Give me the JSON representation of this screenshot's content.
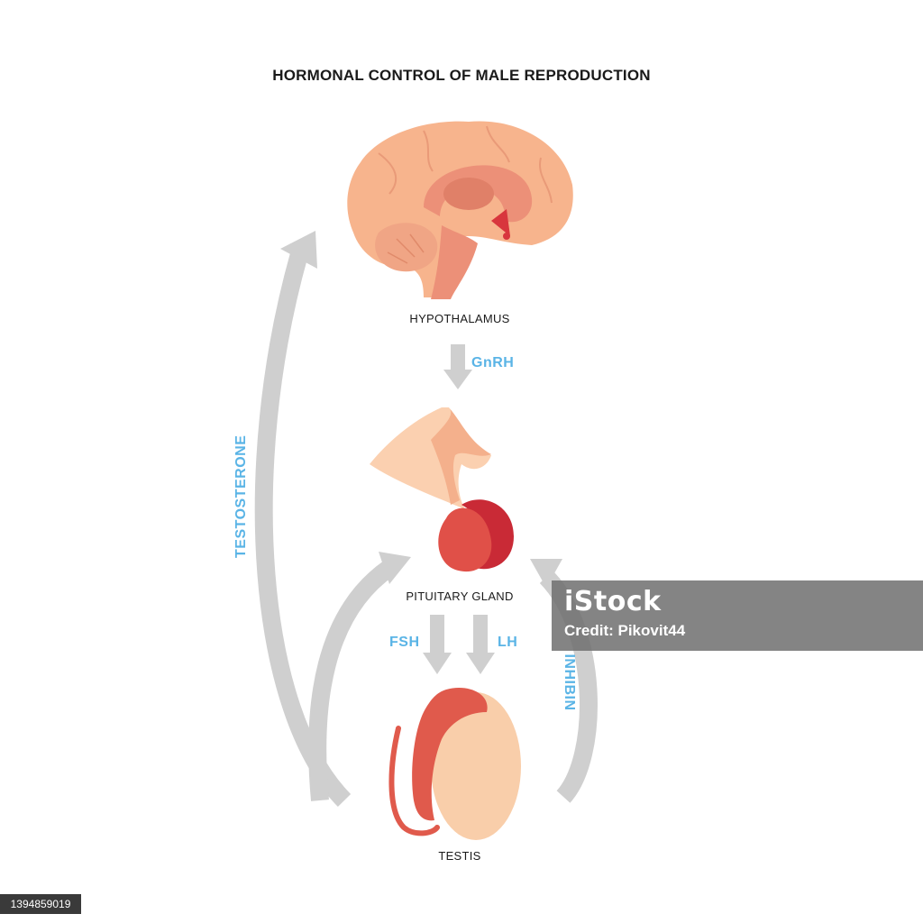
{
  "title": "HORMONAL CONTROL OF MALE REPRODUCTION",
  "organs": {
    "hypothalamus": "HYPOTHALAMUS",
    "pituitary": "PITUITARY GLAND",
    "testis": "TESTIS"
  },
  "hormones": {
    "gnrh": "GnRH",
    "fsh": "FSH",
    "lh": "LH",
    "testosterone": "TESTOSTERONE",
    "inhibin": "INHIBIN"
  },
  "watermark": {
    "logo": "iStock",
    "credit": "Credit: Pikovit44"
  },
  "image_id": "1394859019",
  "colors": {
    "arrow_gray": "#cfcfcf",
    "hormone_blue": "#5ab4e6",
    "brain_peach": "#f7b48d",
    "brain_salmon": "#ec9078",
    "testis_skin": "#f9ceaa",
    "epididymis_red": "#e05a4c",
    "pituitary_red": "#d8363d"
  }
}
